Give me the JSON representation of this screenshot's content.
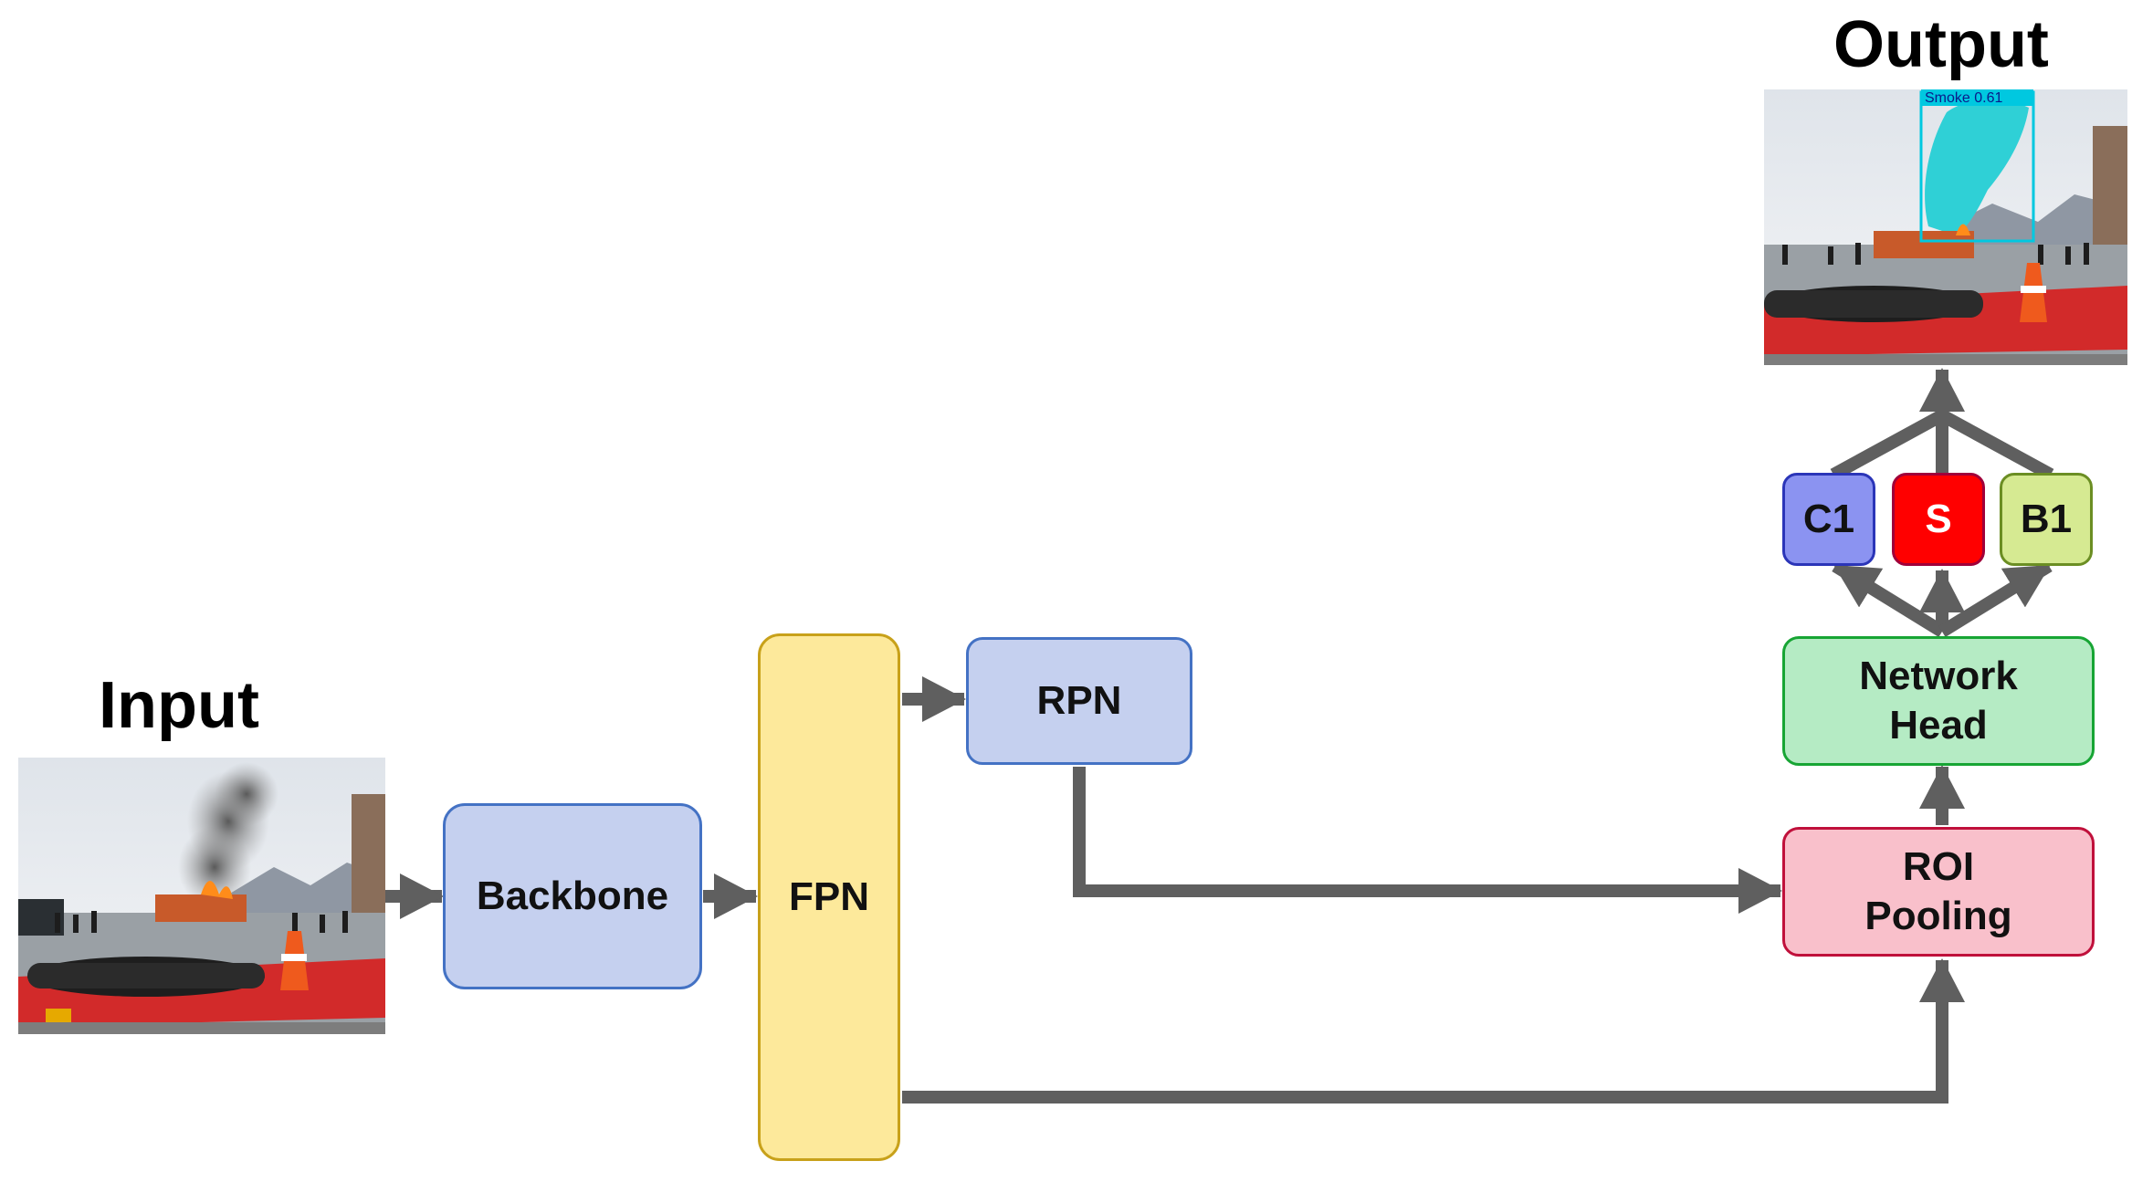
{
  "labels": {
    "input": "Input",
    "output": "Output"
  },
  "nodes": {
    "backbone": "Backbone",
    "fpn": "FPN",
    "rpn": "RPN",
    "roi_line1": "ROI",
    "roi_line2": "Pooling",
    "head_line1": "Network",
    "head_line2": "Head",
    "c1": "C1",
    "s": "S",
    "b1": "B1"
  },
  "detection": {
    "label": "Smoke",
    "score": "0.61"
  },
  "colors": {
    "arrow": "#5f5f5f",
    "backbone_fill": "#c5d0ef",
    "backbone_border": "#4472c4",
    "fpn_fill": "#fde99b",
    "fpn_border": "#c8a11a",
    "roi_fill": "#f9c0cb",
    "roi_border": "#c0103b",
    "head_fill": "#b5ebc4",
    "head_border": "#17a534",
    "c1_fill": "#8b93f1",
    "c1_border": "#2b35b8",
    "s_fill": "#ff0000",
    "s_border": "#a0003a",
    "b1_fill": "#d6ea92",
    "b1_border": "#6b8e23",
    "smoke_box": "#00c8e0"
  }
}
